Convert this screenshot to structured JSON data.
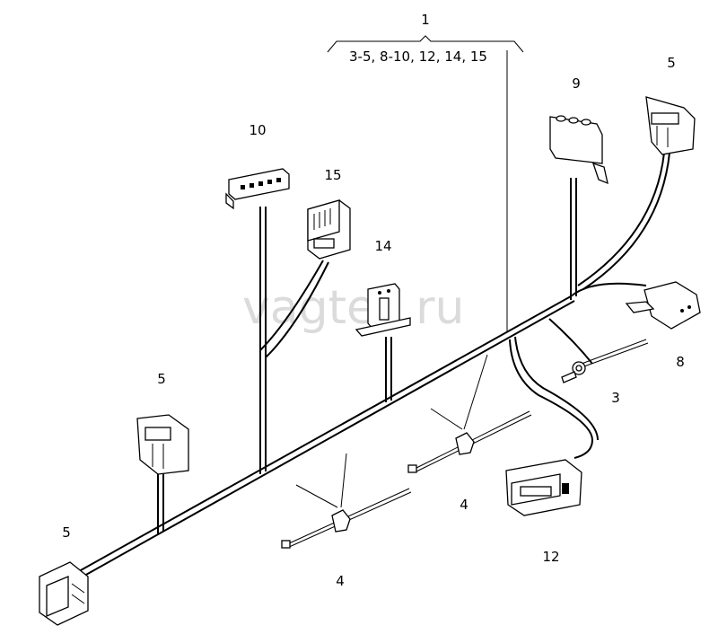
{
  "watermark": "vagtec.ru",
  "callouts": {
    "main": "1",
    "main_sub": "3-5, 8-10, 12, 14, 15",
    "c5_top_right": "5",
    "c9": "9",
    "c10": "10",
    "c15": "15",
    "c14": "14",
    "c8": "8",
    "c3": "3",
    "c5_mid_left": "5",
    "c4_right": "4",
    "c12": "12",
    "c5_bottom_left": "5",
    "c4_bottom": "4"
  }
}
